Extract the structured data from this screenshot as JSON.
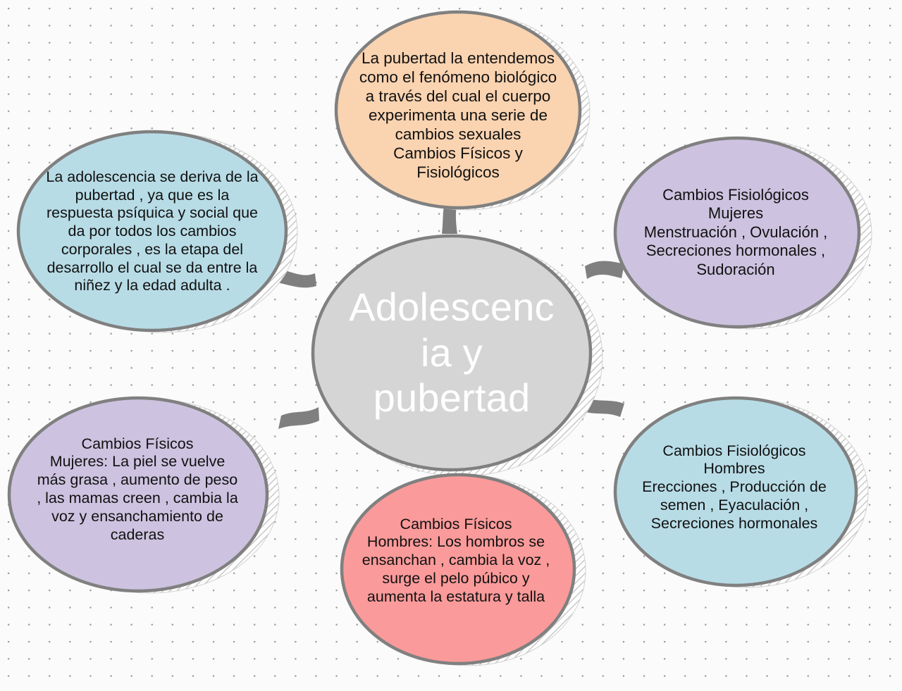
{
  "diagram": {
    "type": "mind-map",
    "title": "Adolescencia y pubertad",
    "background": {
      "pattern": "dot-grid",
      "dot_color": "#9a9a9a",
      "page_color": "#fbfbfb"
    },
    "style": {
      "outline_color": "#808080",
      "connector_color": "#7f7f7f",
      "shadow_hatch_color": "#c9c9c9"
    },
    "root": {
      "id": "root",
      "label": "Adolescenc\nia y\npubertad",
      "fill": "#d5d5d5",
      "text_color": "#ffffff"
    },
    "nodes": [
      {
        "id": "definicion-pubertad",
        "position": "top-center",
        "fill": "#fad3b0",
        "label": "La pubertad la entendemos\ncomo el fenómeno biológico\na través del cual el cuerpo\nexperimenta una serie de\ncambios sexuales\nCambios Físicos y\nFisiológicos"
      },
      {
        "id": "definicion-adolescencia",
        "position": "left",
        "fill": "#b8dce6",
        "label": "La adolescencia se deriva de la\npubertad , ya que es la\nrespuesta psíquica y social que\nda por todos los cambios\ncorporales , es la etapa del\ndesarrollo el cual se da entre la\nniñez y la edad adulta ."
      },
      {
        "id": "fisiologicos-mujeres",
        "position": "right",
        "fill": "#cdc3e0",
        "label": "Cambios Fisiológicos\nMujeres\nMenstruación , Ovulación ,\nSecreciones hormonales ,\nSudoración"
      },
      {
        "id": "fisicos-mujeres",
        "position": "bottom-left",
        "fill": "#cdc3e0",
        "label": "Cambios Físicos\nMujeres: La piel se vuelve\nmás grasa , aumento de peso\n, las mamas creen , cambia la\nvoz y ensanchamiento de\ncaderas"
      },
      {
        "id": "fisicos-hombres",
        "position": "bottom-center",
        "fill": "#fb9a9a",
        "label": "Cambios Físicos\nHombres: Los hombros se\nensanchan , cambia la voz ,\nsurge el pelo púbico y\naumenta la estatura y talla"
      },
      {
        "id": "fisiologicos-hombres",
        "position": "bottom-right",
        "fill": "#b8dce6",
        "label": "Cambios Fisiológicos\nHombres\nErecciones , Producción de\nsemen , Eyaculación ,\nSecreciones hormonales"
      }
    ]
  }
}
